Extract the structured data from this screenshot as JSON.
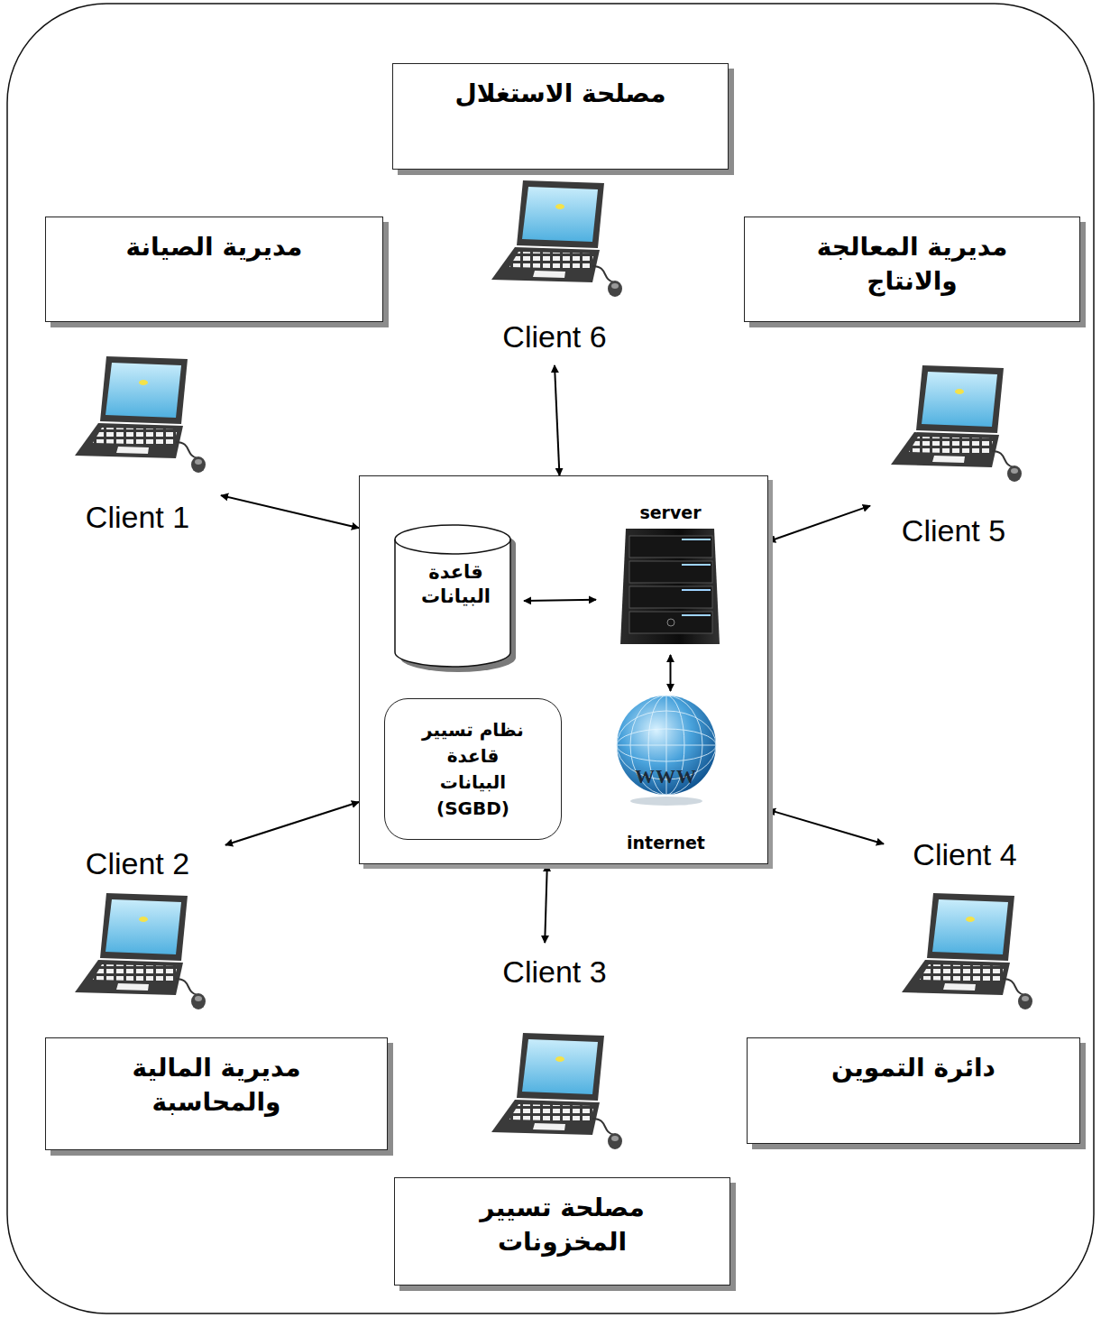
{
  "diagram": {
    "nodes": [
      {
        "text": [
          "مصلحة الاستغلال"
        ]
      },
      {
        "text": [
          "مديرية الصيانة"
        ]
      },
      {
        "text": [
          "Client 6"
        ]
      },
      {
        "text": [
          "مديرية المعالجة والانتاج"
        ]
      },
      {
        "text": [
          "Client 1"
        ]
      },
      {
        "text": [
          "Client 5"
        ]
      },
      {
        "text": []
      },
      {
        "text": [
          "server"
        ],
        "in": 6
      },
      {
        "text": [
          "قاعدة البيانات"
        ],
        "in": 6
      },
      {
        "text": [
          "نظام تسيير قاعدة البيانات (SGBD)"
        ],
        "in": 6
      },
      {
        "text": [
          "internet"
        ],
        "in": 6
      },
      {
        "text": [
          "Client 2"
        ]
      },
      {
        "text": [
          "Client 4"
        ]
      },
      {
        "text": [
          "Client 3"
        ]
      },
      {
        "text": [
          "مديرية المالية والمحاسبة"
        ]
      },
      {
        "text": [
          "دائرة التموين"
        ]
      },
      {
        "text": [
          "مصلحة تسيير المخزونات"
        ]
      }
    ],
    "edges": [
      {
        "from": 4,
        "to": 6,
        "arrow": "both"
      },
      {
        "from": 11,
        "to": 6,
        "arrow": "both"
      },
      {
        "from": 13,
        "to": 6,
        "arrow": "both"
      },
      {
        "from": 12,
        "to": 6,
        "arrow": "both"
      },
      {
        "from": 5,
        "to": 6,
        "arrow": "both"
      },
      {
        "from": 2,
        "to": 6,
        "arrow": "both"
      },
      {
        "from": 8,
        "to": 7,
        "arrow": "both"
      },
      {
        "from": 7,
        "to": 10,
        "arrow": "both"
      }
    ],
    "labels": [
      "WWW"
    ]
  }
}
